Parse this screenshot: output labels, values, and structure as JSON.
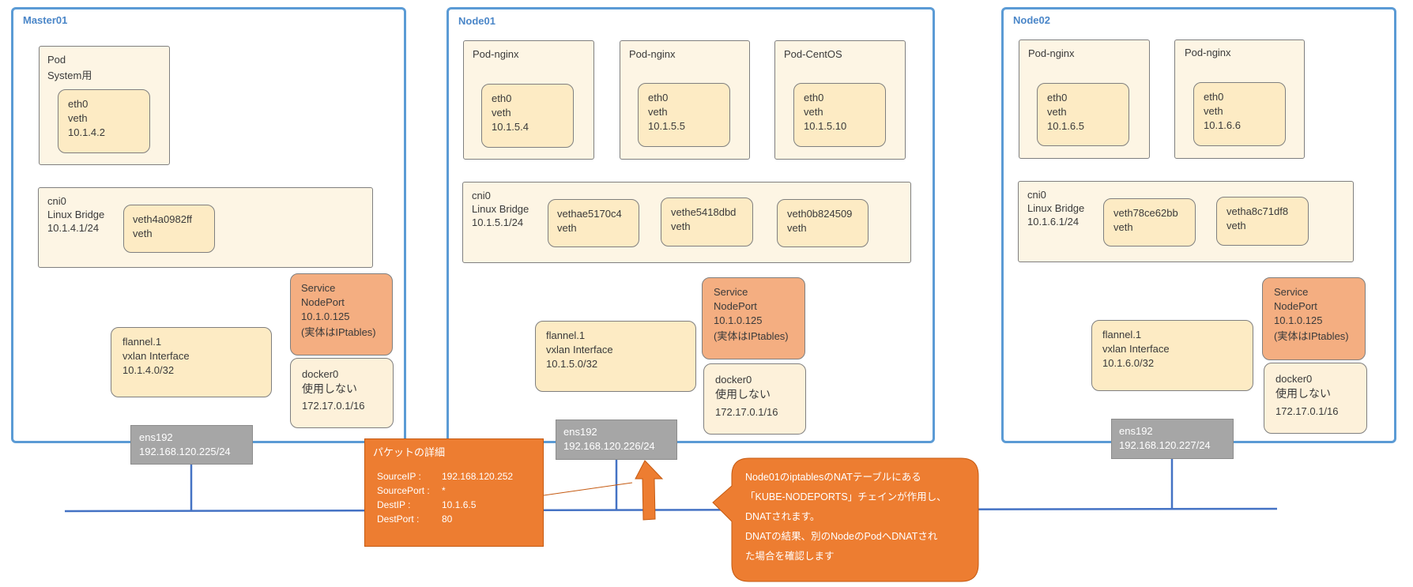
{
  "nodes": {
    "master": {
      "title": "Master01",
      "pod": {
        "name": "Pod",
        "subtitle": "System用",
        "if": "eth0",
        "type": "veth",
        "ip": "10.1.4.2"
      },
      "bridge": {
        "name": "cni0",
        "type": "Linux Bridge",
        "cidr": "10.1.4.1/24"
      },
      "veths": [
        {
          "name": "veth4a0982ff",
          "type": "veth"
        }
      ],
      "service": {
        "line1": "Service",
        "line2": "NodePort",
        "ip": "10.1.0.125",
        "note": "(実体はIPtables)"
      },
      "flannel": {
        "name": "flannel.1",
        "type": "vxlan Interface",
        "cidr": "10.1.4.0/32"
      },
      "docker": {
        "name": "docker0",
        "status": "使用しない",
        "cidr": "172.17.0.1/16"
      },
      "ens": {
        "name": "ens192",
        "cidr": "192.168.120.225/24"
      }
    },
    "node01": {
      "title": "Node01",
      "pods": [
        {
          "name": "Pod-nginx",
          "if": "eth0",
          "type": "veth",
          "ip": "10.1.5.4"
        },
        {
          "name": "Pod-nginx",
          "if": "eth0",
          "type": "veth",
          "ip": "10.1.5.5"
        },
        {
          "name": "Pod-CentOS",
          "if": "eth0",
          "type": "veth",
          "ip": "10.1.5.10"
        }
      ],
      "bridge": {
        "name": "cni0",
        "type": "Linux Bridge",
        "cidr": "10.1.5.1/24"
      },
      "veths": [
        {
          "name": "vethae5170c4",
          "type": "veth"
        },
        {
          "name": "vethe5418dbd",
          "type": "veth"
        },
        {
          "name": "veth0b824509",
          "type": "veth"
        }
      ],
      "service": {
        "line1": "Service",
        "line2": "NodePort",
        "ip": "10.1.0.125",
        "note": "(実体はIPtables)"
      },
      "flannel": {
        "name": "flannel.1",
        "type": "vxlan Interface",
        "cidr": "10.1.5.0/32"
      },
      "docker": {
        "name": "docker0",
        "status": "使用しない",
        "cidr": "172.17.0.1/16"
      },
      "ens": {
        "name": "ens192",
        "cidr": "192.168.120.226/24"
      }
    },
    "node02": {
      "title": "Node02",
      "pods": [
        {
          "name": "Pod-nginx",
          "if": "eth0",
          "type": "veth",
          "ip": "10.1.6.5"
        },
        {
          "name": "Pod-nginx",
          "if": "eth0",
          "type": "veth",
          "ip": "10.1.6.6"
        }
      ],
      "bridge": {
        "name": "cni0",
        "type": "Linux Bridge",
        "cidr": "10.1.6.1/24"
      },
      "veths": [
        {
          "name": "veth78ce62bb",
          "type": "veth"
        },
        {
          "name": "vetha8c71df8",
          "type": "veth"
        }
      ],
      "service": {
        "line1": "Service",
        "line2": "NodePort",
        "ip": "10.1.0.125",
        "note": "(実体はIPtables)"
      },
      "flannel": {
        "name": "flannel.1",
        "type": "vxlan Interface",
        "cidr": "10.1.6.0/32"
      },
      "docker": {
        "name": "docker0",
        "status": "使用しない",
        "cidr": "172.17.0.1/16"
      },
      "ens": {
        "name": "ens192",
        "cidr": "192.168.120.227/24"
      }
    }
  },
  "packet": {
    "title": "パケットの詳細",
    "fields": [
      {
        "label": "SourceIP :",
        "value": "192.168.120.252"
      },
      {
        "label": "SourcePort :",
        "value": "*"
      },
      {
        "label": "DestIP :",
        "value": "10.1.6.5"
      },
      {
        "label": "DestPort :",
        "value": "80"
      }
    ]
  },
  "callout": {
    "lines": [
      "Node01のiptablesのNATテーブルにある",
      "「KUBE-NODEPORTS」チェインが作用し、",
      "DNATされます。",
      "DNATの結果、別のNodeのPodへDNATされ",
      "た場合を確認します"
    ]
  },
  "colors": {
    "node_border": "#5b9bd5",
    "link": "#4472c4",
    "packet": "#ed7d31",
    "nic": "#a6a6a6"
  }
}
